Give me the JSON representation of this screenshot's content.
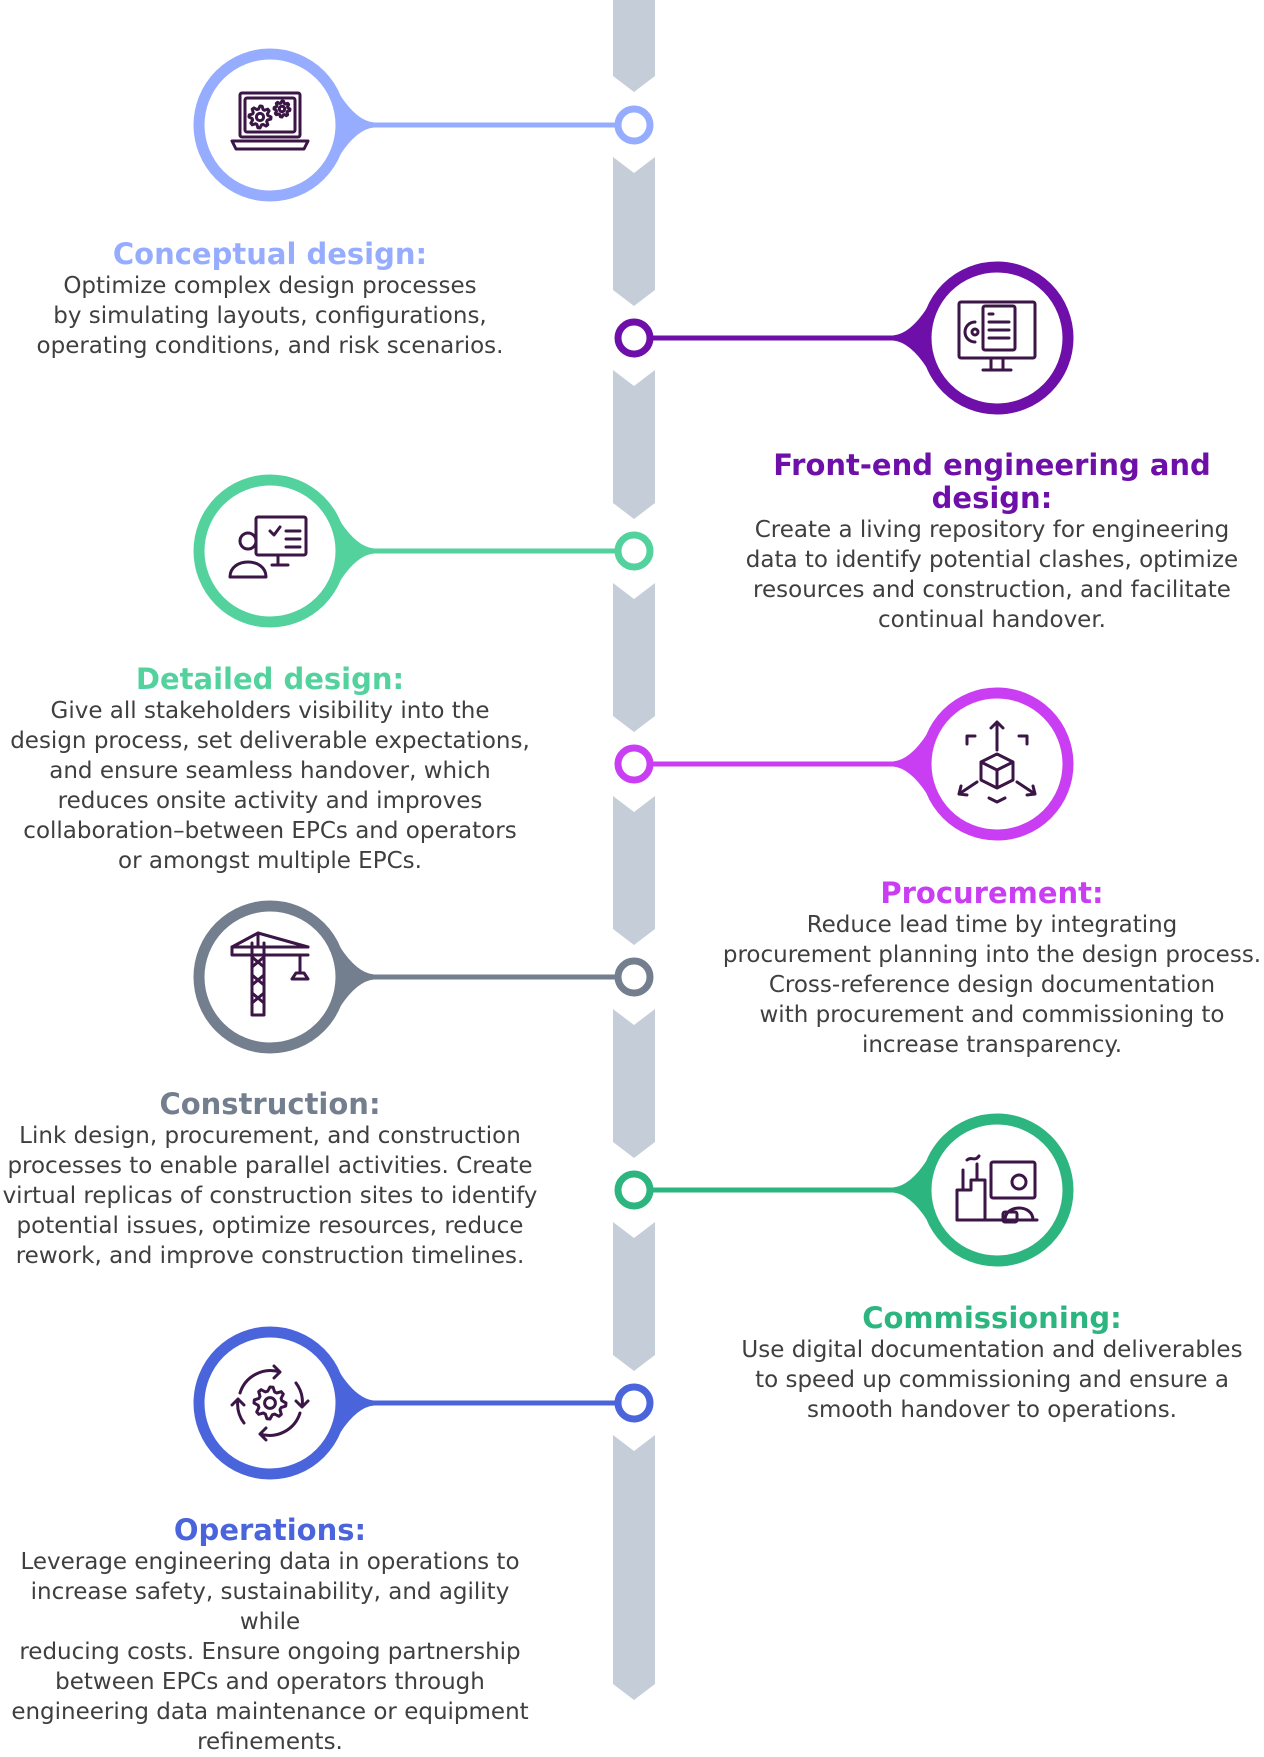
{
  "stages": [
    {
      "title": "Conceptual design:",
      "description": "Optimize complex design processes\nby simulating layouts, configurations,\noperating conditions, and risk scenarios.",
      "color": "#95acff",
      "icon": "laptop-gears-icon"
    },
    {
      "title": "Front-end engineering and design:",
      "description": "Create a living repository for engineering\ndata to identify potential clashes, optimize\nresources and construction, and facilitate\ncontinual handover.",
      "color": "#6d0fa8",
      "icon": "monitor-document-gear-icon"
    },
    {
      "title": "Detailed design:",
      "description": "Give all stakeholders visibility into the\ndesign process, set deliverable expectations,\nand ensure seamless handover, which\nreduces onsite activity and improves\ncollaboration–between EPCs and operators\nor amongst multiple EPCs.",
      "color": "#53d29e",
      "icon": "person-presentation-icon"
    },
    {
      "title": "Procurement:",
      "description": "Reduce lead time by integrating\nprocurement planning into the design process.\nCross-reference design documentation\nwith procurement and commissioning to\nincrease transparency.",
      "color": "#c93ef2",
      "icon": "cube-arrows-icon"
    },
    {
      "title": "Construction:",
      "description": "Link design, procurement, and construction\nprocesses to enable parallel activities. Create\nvirtual replicas of construction sites to identify\npotential issues, optimize resources, reduce\nrework, and improve construction timelines.",
      "color": "#737e8e",
      "icon": "tower-crane-icon"
    },
    {
      "title": "Commissioning:",
      "description": "Use digital documentation and deliverables\nto speed up commissioning and ensure a\nsmooth handover to operations.",
      "color": "#2db580",
      "icon": "factory-worker-icon"
    },
    {
      "title": "Operations:",
      "description": "Leverage engineering data in operations to\nincrease safety, sustainability, and agility while\nreducing costs. Ensure ongoing partnership\nbetween EPCs and operators through\nengineering data maintenance or equipment\nrefinements.",
      "color": "#4a64dc",
      "icon": "cycle-gear-icon"
    }
  ],
  "timeline_color": "#c5ced8",
  "icon_color": "#3b1546"
}
